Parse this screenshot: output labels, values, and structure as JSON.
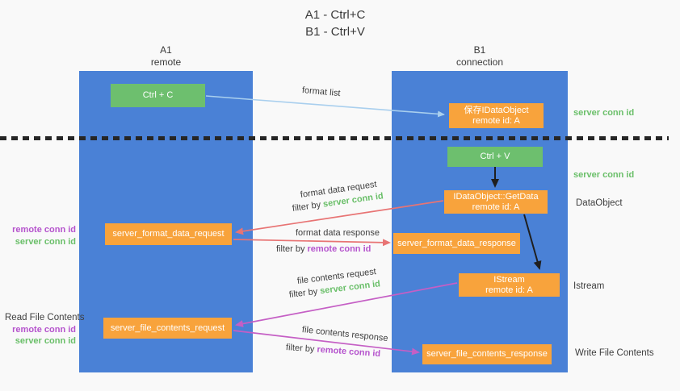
{
  "title": {
    "line1": "A1 - Ctrl+C",
    "line2": "B1 - Ctrl+V"
  },
  "columns": {
    "a1": {
      "name": "A1",
      "subtitle": "remote"
    },
    "b1": {
      "name": "B1",
      "subtitle": "connection"
    }
  },
  "boxes": {
    "ctrl_c": {
      "label": "Ctrl + C"
    },
    "save_dataobject": {
      "line1": "保存IDataObject",
      "line2": "remote id: A"
    },
    "ctrl_v": {
      "label": "Ctrl + V"
    },
    "getdata": {
      "line1": "IDataObject::GetData",
      "line2": "remote id: A"
    },
    "format_request": {
      "label": "server_format_data_request"
    },
    "format_response": {
      "label": "server_format_data_response"
    },
    "istream": {
      "line1": "IStream",
      "line2": "remote id: A"
    },
    "file_request": {
      "label": "server_file_contents_request"
    },
    "file_response": {
      "label": "server_file_contents_response"
    }
  },
  "flow_labels": {
    "format_list": "format list",
    "format_data_request": "format data request",
    "format_data_response": "format data response",
    "file_contents_request": "file contents request",
    "file_contents_response": "file contents response",
    "filter_by": "filter by ",
    "server_conn_id": "server conn id",
    "remote_conn_id": "remote conn id"
  },
  "side_labels": {
    "right_server_conn_id_top": "server conn id",
    "right_server_conn_id_mid": "server conn id",
    "right_dataobject": "DataObject",
    "right_istream": "Istream",
    "right_write_file_contents": "Write File Contents",
    "left_remote_conn_id_top": "remote conn id",
    "left_server_conn_id_top": "server conn id",
    "left_read_file_contents": "Read File Contents",
    "left_remote_conn_id_bottom": "remote conn id",
    "left_server_conn_id_bottom": "server conn id"
  },
  "colors": {
    "column_blue": "#4a81d6",
    "box_green": "#6dbf6e",
    "box_orange": "#f8a33c",
    "label_green": "#6abf69",
    "label_purple": "#b553cd",
    "arrow_salmon": "#e87474",
    "arrow_purple": "#c55fc5",
    "arrow_light_blue": "#a9cfee",
    "arrow_black": "#1f1f1f"
  }
}
